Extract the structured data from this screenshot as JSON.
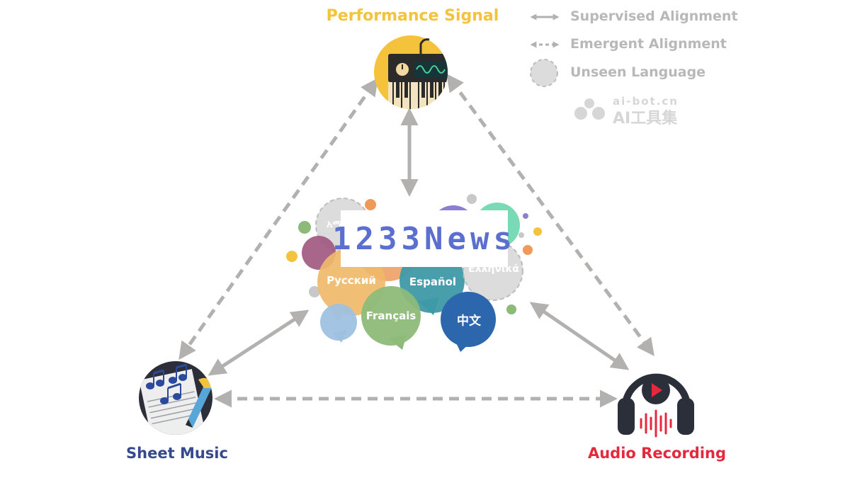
{
  "nodes": {
    "performance": {
      "label": "Performance Signal",
      "color": "#f5c33b"
    },
    "sheet": {
      "label": "Sheet Music",
      "color": "#344a8c"
    },
    "audio": {
      "label": "Audio Recording",
      "color": "#e5283b"
    }
  },
  "legend": {
    "supervised": "Supervised Alignment",
    "emergent": "Emergent Alignment",
    "unseen": "Unseen Language"
  },
  "languages": {
    "russian": "Русский",
    "spanish": "Español",
    "french": "Français",
    "chinese": "中文",
    "greek": "Ελληνικά",
    "amharic": "አማ"
  },
  "watermark": {
    "domain": "ai-bot.cn",
    "name": "AI工具集"
  },
  "overlay_text": "1233News",
  "colors": {
    "arrow": "#b3b0b0",
    "russian": "#f0b86a",
    "spanish": "#3e9aa7",
    "french": "#8dba79",
    "chinese": "#2c66ad",
    "unseen": "#dcdcdc",
    "purple": "#a0557e",
    "lightblue": "#9ec1e0",
    "orange": "#ef9a5a",
    "violet": "#8a7fd0",
    "mint": "#79dbb5"
  }
}
